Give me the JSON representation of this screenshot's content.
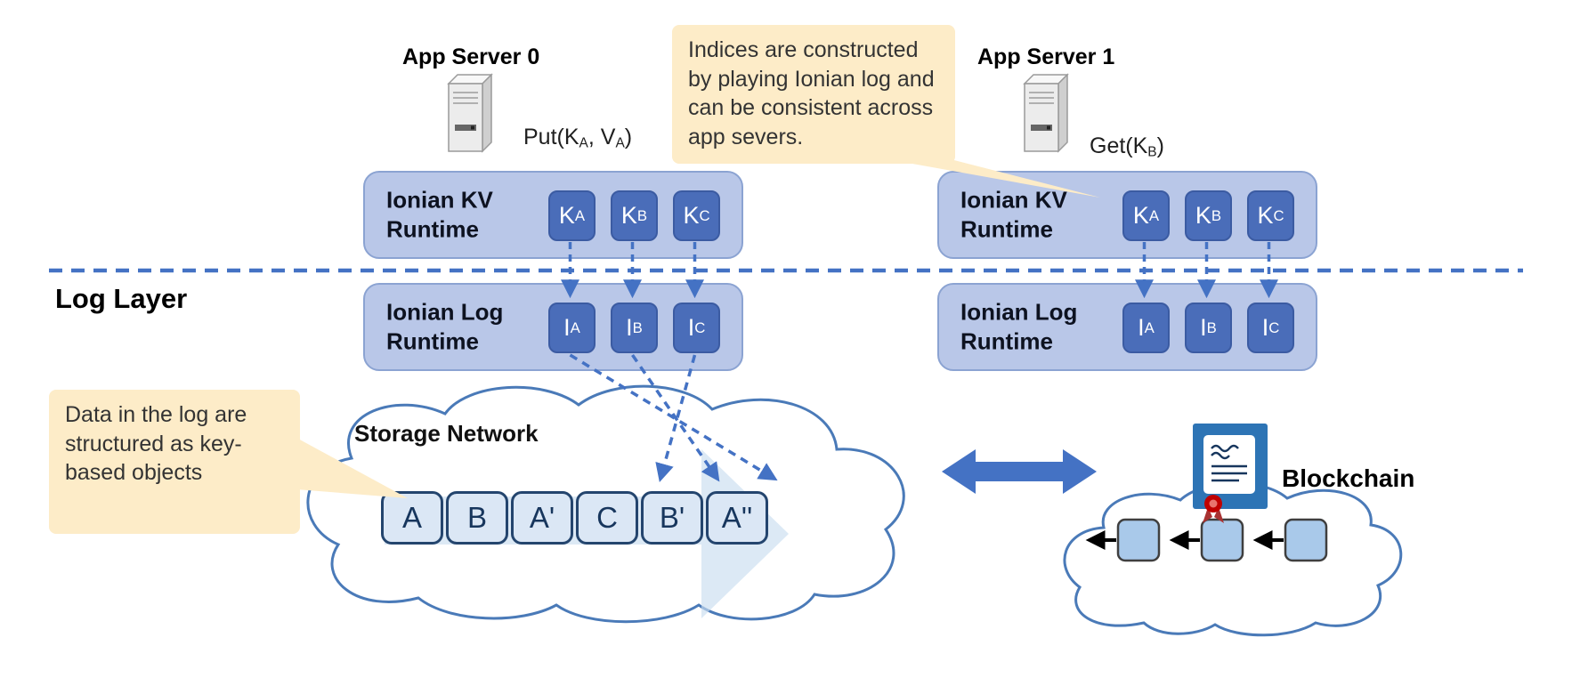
{
  "titles": {
    "app_server_0": "App Server 0",
    "app_server_1": "App Server 1",
    "log_layer": "Log Layer",
    "storage_network": "Storage Network",
    "blockchain": "Blockchain"
  },
  "labels": {
    "put": {
      "pre": "Put(K",
      "sub1": "A",
      "mid": ", V",
      "sub2": "A",
      "post": ")"
    },
    "get": {
      "pre": "Get(K",
      "sub1": "B",
      "post": ")"
    }
  },
  "callouts": {
    "indices": "Indices are constructed by playing Ionian log and can be consistent across app severs.",
    "data_log": "Data in the log are structured as key-based objects"
  },
  "runtime": {
    "kv_title": "Ionian KV\nRuntime",
    "log_title": "Ionian Log\nRuntime",
    "kv_chips": [
      {
        "base": "K",
        "sub": "A"
      },
      {
        "base": "K",
        "sub": "B"
      },
      {
        "base": "K",
        "sub": "C"
      }
    ],
    "log_chips": [
      {
        "base": "I",
        "sub": "A"
      },
      {
        "base": "I",
        "sub": "B"
      },
      {
        "base": "I",
        "sub": "C"
      }
    ]
  },
  "storage_items": [
    "A",
    "B",
    "A'",
    "C",
    "B'",
    "A''"
  ],
  "icons": {
    "server": "server-tower-icon",
    "contract": "smart-contract-scroll-icon",
    "chain": "blockchain-chain-icon"
  },
  "colors": {
    "runtime_fill": "#b9c7e8",
    "runtime_border": "#8ba3d2",
    "chip_fill": "#4a6db9",
    "chip_border": "#3b5ba2",
    "dashed_arrow": "#4472c4",
    "callout_fill": "#fdecc8",
    "cloud_stroke": "#4a7ab8",
    "storage_item_fill": "#dbe7f5",
    "storage_item_border": "#24456e",
    "chain_block_fill": "#a9c9ea",
    "big_arrow": "#4472c4",
    "icon_blue": "#2d74b5",
    "seal_red": "#c00000"
  }
}
